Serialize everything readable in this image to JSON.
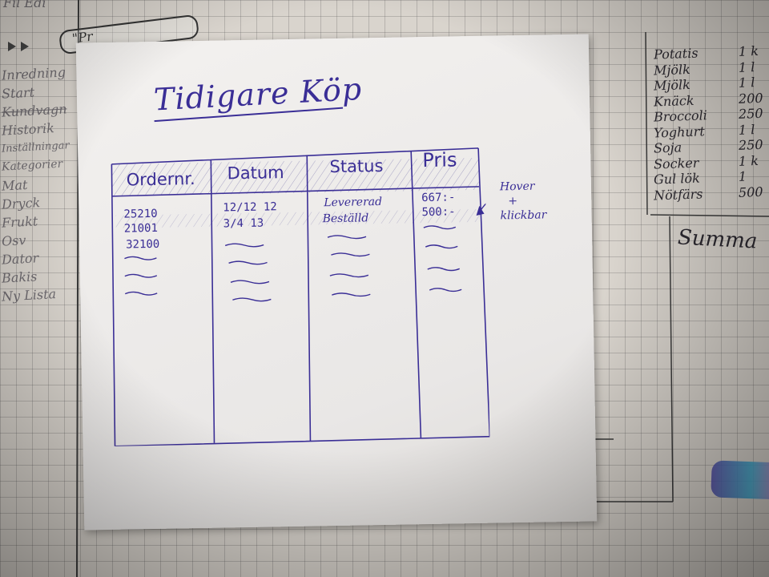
{
  "background": {
    "pen_label": "\"Pr",
    "top_left_text": "Fil Edi",
    "left_nav": [
      "Inredning",
      "Start",
      "Kundvagn",
      "Historik",
      "Inställningar",
      "Kategorier",
      "Mat",
      "Dryck",
      "Frukt",
      "Osv",
      "Dator",
      "Bakis",
      "Ny Lista"
    ],
    "right_list": [
      {
        "item": "Potatis",
        "qty": "1 k"
      },
      {
        "item": "Mjölk",
        "qty": "1 l"
      },
      {
        "item": "Mjölk",
        "qty": "1 l"
      },
      {
        "item": "Knäck",
        "qty": "200"
      },
      {
        "item": "Broccoli",
        "qty": "250"
      },
      {
        "item": "Yoghurt",
        "qty": "1 l"
      },
      {
        "item": "Soja",
        "qty": "250"
      },
      {
        "item": "Socker",
        "qty": "1 k"
      },
      {
        "item": "Gul lök",
        "qty": "1"
      },
      {
        "item": "Nötfärs",
        "qty": "500"
      }
    ],
    "summa_label": "Summa"
  },
  "sketch": {
    "title": "Tidigare Köp",
    "columns": [
      "Ordernr.",
      "Datum",
      "Status",
      "Pris"
    ],
    "rows": [
      {
        "order": "25210",
        "date": "12/12 12",
        "status": "Levererad",
        "price": "667:-"
      },
      {
        "order": "21001",
        "date": "3/4 13",
        "status": "Beställd",
        "price": "500:-"
      },
      {
        "order": "32100",
        "date": "",
        "status": "",
        "price": ""
      }
    ],
    "annotation": [
      "Hover",
      "+",
      "klickbar"
    ]
  },
  "colors": {
    "ink": "#3a2e96",
    "pencil": "#2c2930"
  }
}
